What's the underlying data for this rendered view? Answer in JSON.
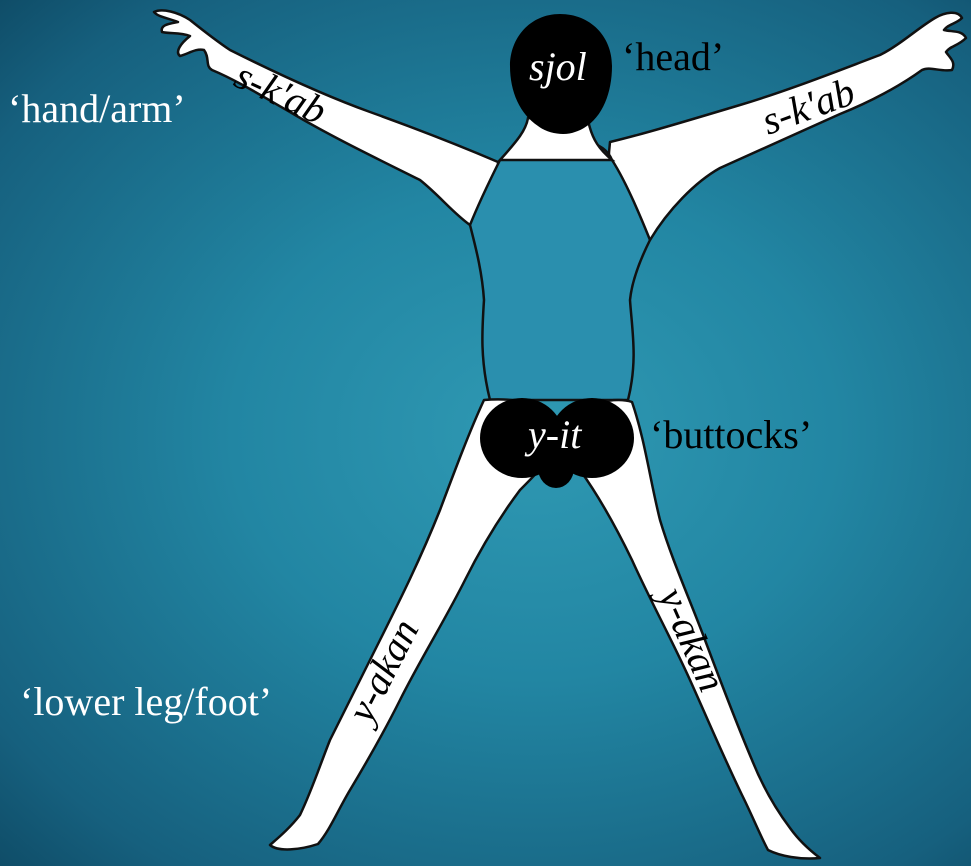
{
  "labels": {
    "head_term": "sjol",
    "head_gloss": "‘head’",
    "arm_gloss": "‘hand/arm’",
    "arm_term_left": "s-k'ab",
    "arm_term_right": "s-k'ab",
    "buttocks_term": "y-it",
    "buttocks_gloss": "‘buttocks’",
    "leg_gloss": "‘lower leg/foot’",
    "leg_term_left": "y-akan",
    "leg_term_right": "y-akan"
  },
  "colors": {
    "background": "#2286a3",
    "body_fill": "#ffffff",
    "highlight_fill": "#000000",
    "outline": "#111111"
  }
}
